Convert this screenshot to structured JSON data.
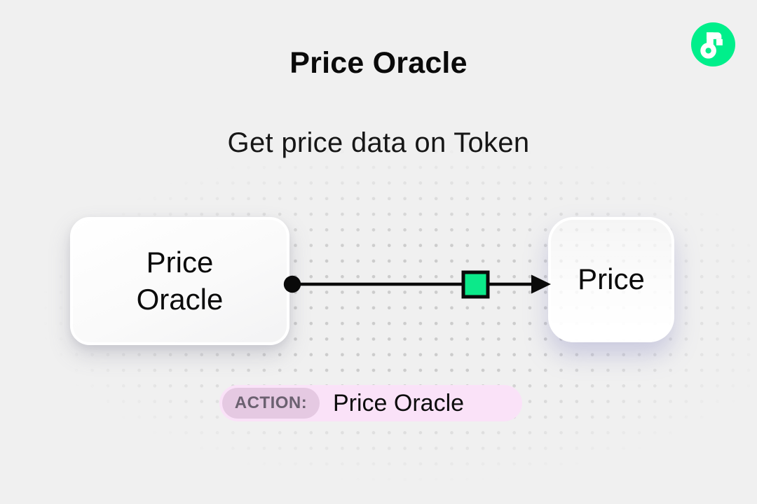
{
  "header": {
    "title": "Price Oracle",
    "subtitle": "Get price data on Token"
  },
  "logo": {
    "name": "Flow",
    "brand_color": "#00EF8B"
  },
  "diagram": {
    "source_node": {
      "label": "Price Oracle"
    },
    "target_node": {
      "label": "Price"
    },
    "connector": {
      "marker_color": "#0CE98A",
      "line_color": "#0a0a0a"
    }
  },
  "action_badge": {
    "prefix": "ACTION:",
    "label": "Price Oracle",
    "bg_color": "#FAE2F8",
    "prefix_bg_color": "#E5C9E2",
    "prefix_text_color": "#6B6170"
  }
}
